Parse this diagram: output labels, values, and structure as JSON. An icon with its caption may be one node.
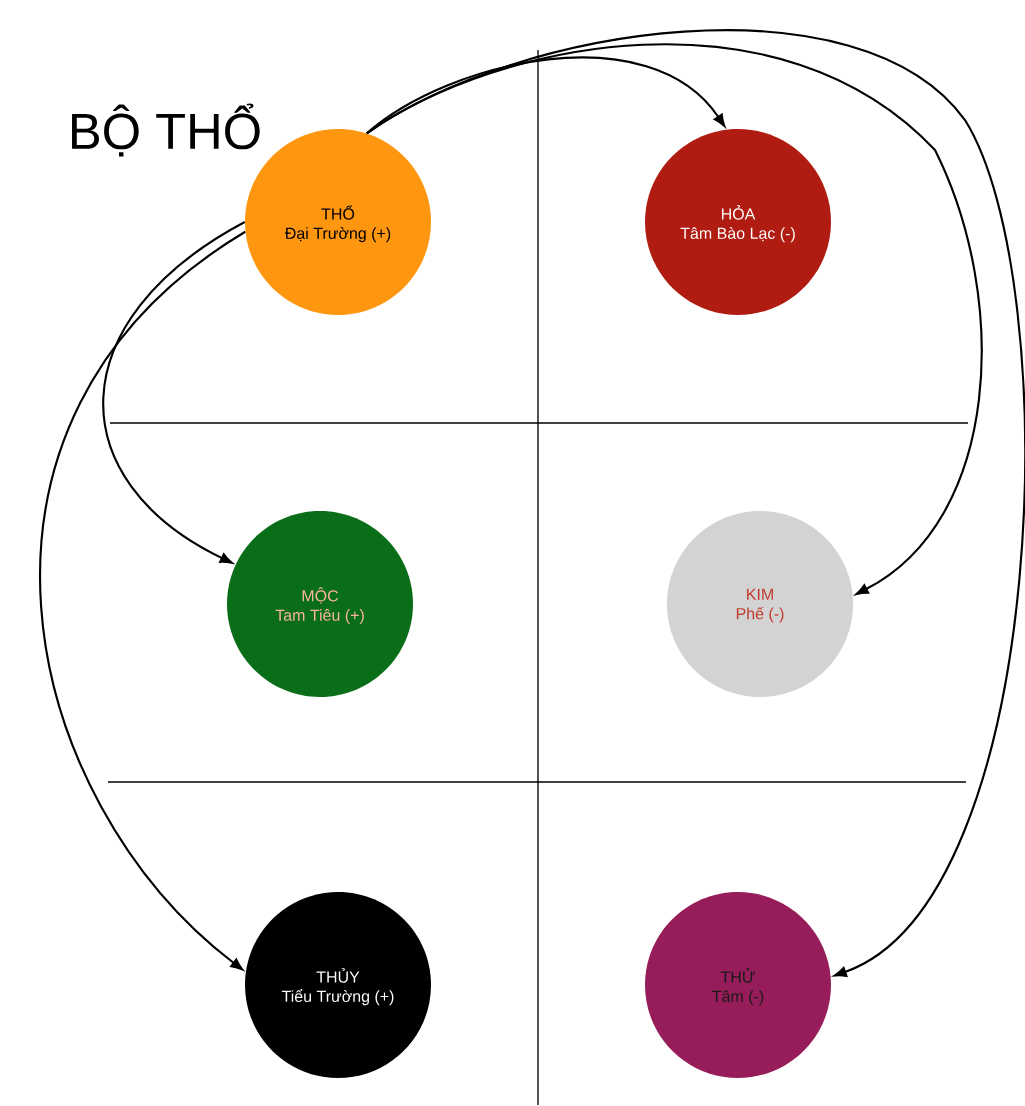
{
  "diagram": {
    "title": "BỘ THỔ",
    "nodes": [
      {
        "text": [
          "THỔ",
          "Đại Trường (+)"
        ]
      },
      {
        "text": [
          "HỎA",
          "Tâm Bào Lạc (-)"
        ]
      },
      {
        "text": [
          "MỘC",
          "Tam Tiêu (+)"
        ]
      },
      {
        "text": [
          "KIM",
          "Phế (-)"
        ]
      },
      {
        "text": [
          "THỦY",
          "Tiểu Trường (+)"
        ]
      },
      {
        "text": [
          "THỬ",
          "Tâm (-)"
        ]
      }
    ],
    "edges": [
      {
        "from": 0,
        "to": 1,
        "arrow": "to"
      },
      {
        "from": 0,
        "to": 3,
        "arrow": "to"
      },
      {
        "from": 0,
        "to": 5,
        "arrow": "to"
      },
      {
        "from": 0,
        "to": 2,
        "arrow": "to"
      },
      {
        "from": 0,
        "to": 4,
        "arrow": "to"
      }
    ]
  }
}
